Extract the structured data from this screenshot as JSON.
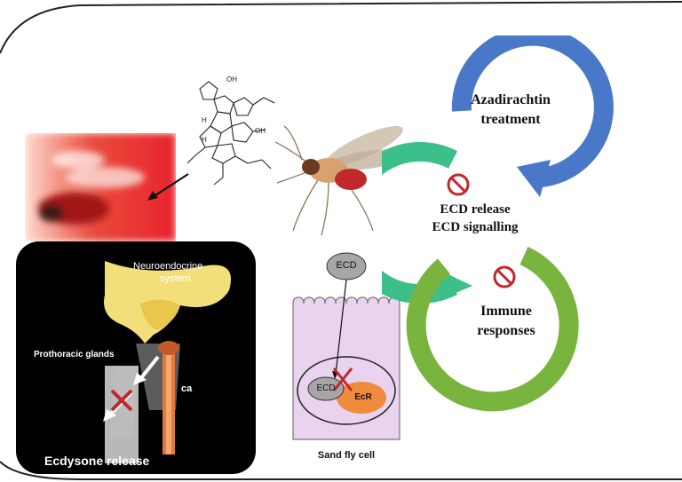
{
  "cycle": {
    "step1": "Azadirachtin",
    "step1b": "treatment",
    "step2a": "ECD release",
    "step2b": "ECD signalling",
    "step3a": "Immune",
    "step3b": "responses",
    "colors": {
      "blue": "#4a78c8",
      "teal": "#3dbf8a",
      "green": "#79b43e",
      "block": "#c0282d"
    }
  },
  "molecule": {
    "oh_label": "OH",
    "h_label": "H"
  },
  "endocrine_panel": {
    "neuroendocrine": "Neuroendocrine",
    "system": "system",
    "prothoracic": "Prothoracic glands",
    "ca": "ca",
    "release": "Ecdysone release"
  },
  "cell": {
    "ecd_outside": "ECD",
    "ecd_inside": "ECD",
    "ecr": "EcR",
    "caption": "Sand fly cell"
  }
}
